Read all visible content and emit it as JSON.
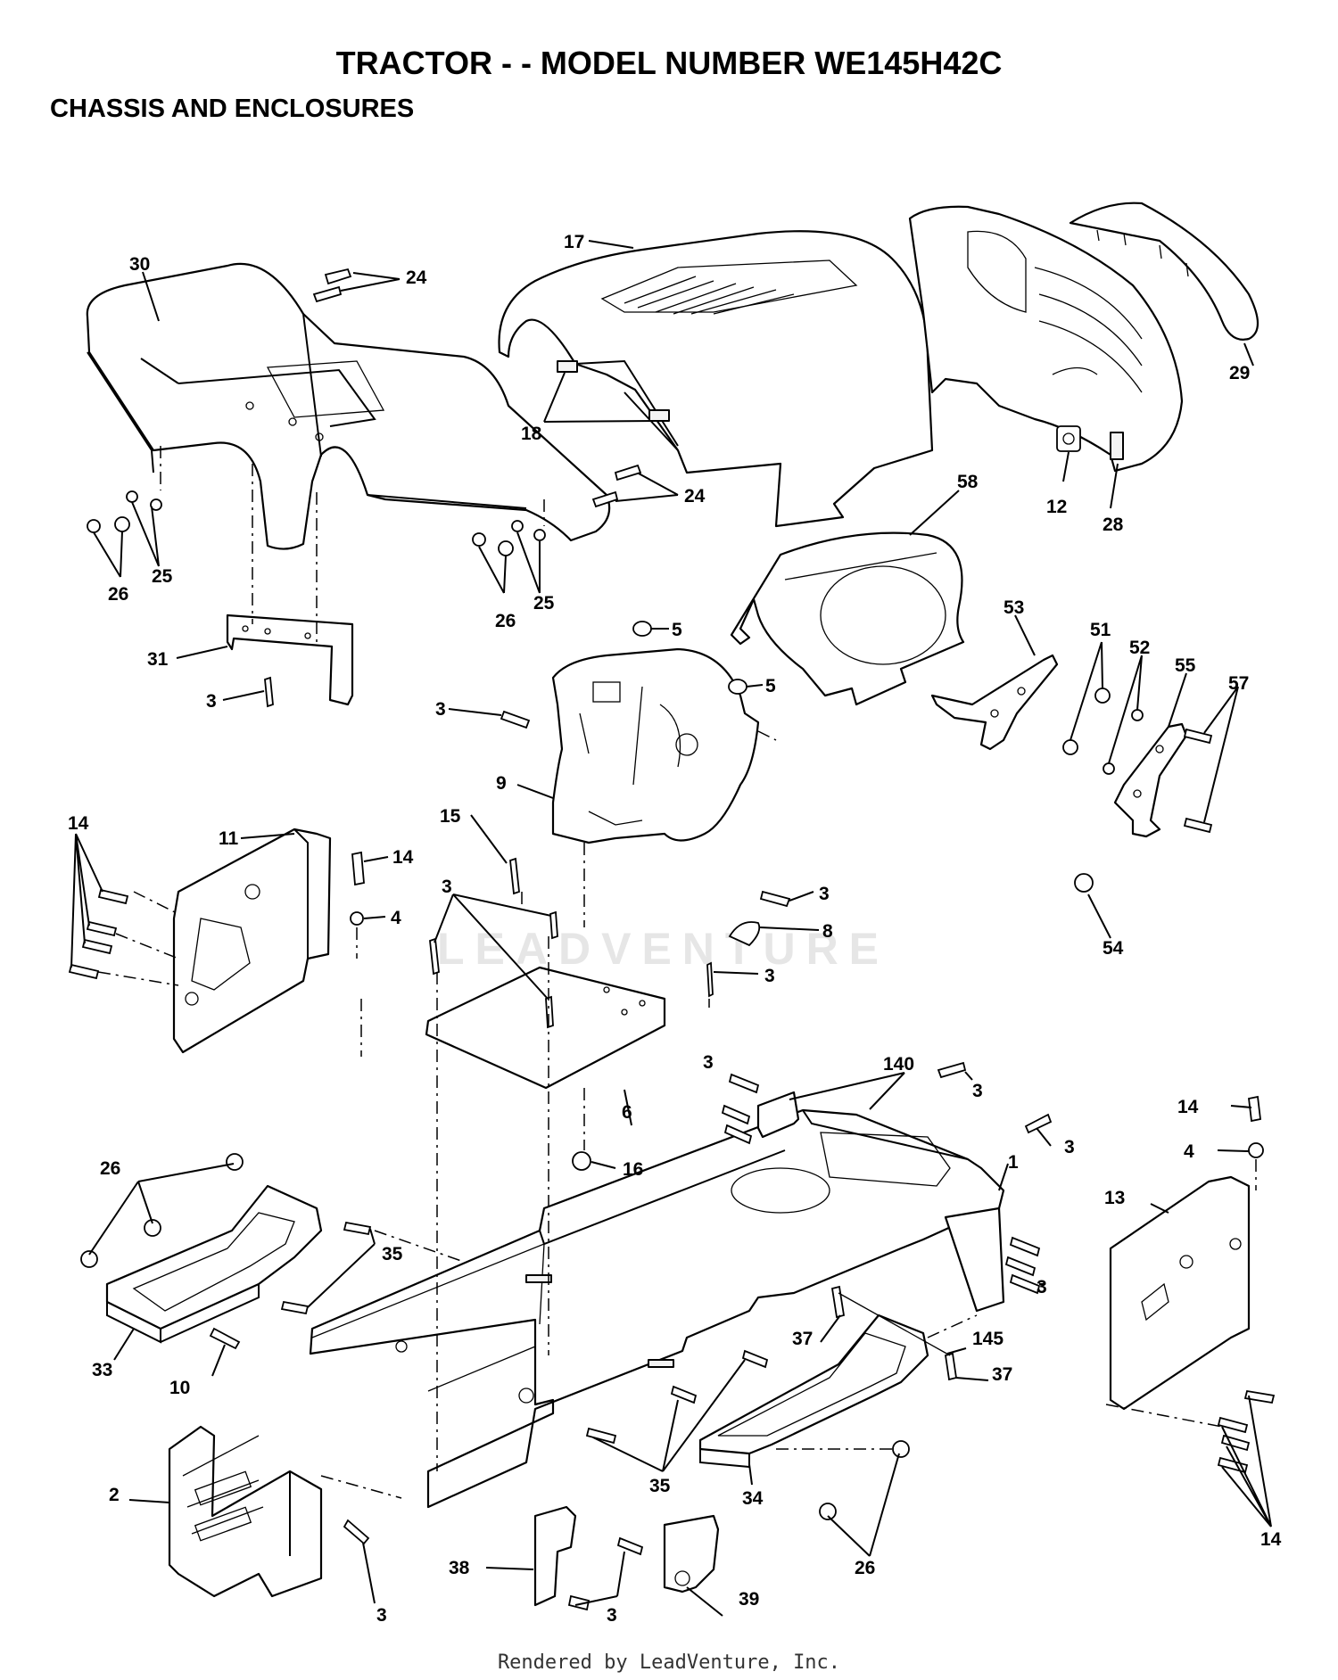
{
  "header": {
    "title": "TRACTOR - - MODEL NUMBER WE145H42C",
    "subtitle": "CHASSIS AND ENCLOSURES"
  },
  "watermark": "LEADVENTURE",
  "footer": "Rendered by LeadVenture, Inc.",
  "callouts": {
    "c30": "30",
    "c24a": "24",
    "c17": "17",
    "c29": "29",
    "c18": "18",
    "c24b": "24",
    "c12": "12",
    "c28": "28",
    "c58": "58",
    "c25a": "25",
    "c26a": "26",
    "c25b": "25",
    "c26b": "26",
    "c5a": "5",
    "c5b": "5",
    "c31": "31",
    "c3a": "3",
    "c3b": "3",
    "c53": "53",
    "c51": "51",
    "c52": "52",
    "c55": "55",
    "c57": "57",
    "c9": "9",
    "c11": "11",
    "c14a": "14",
    "c14b": "14",
    "c15": "15",
    "c4a": "4",
    "c3c": "3",
    "c54": "54",
    "c8": "8",
    "c3d": "3",
    "c3e": "3",
    "c140": "140",
    "c3f": "3",
    "c3g": "3",
    "c3h": "3",
    "c6": "6",
    "c14c": "14",
    "c4b": "4",
    "c1": "1",
    "c16": "16",
    "c26c": "26",
    "c35a": "35",
    "c13": "13",
    "c3i": "3",
    "c33": "33",
    "c10": "10",
    "c37a": "37",
    "c145": "145",
    "c37b": "37",
    "c2": "2",
    "c35b": "35",
    "c34": "34",
    "c14d": "14",
    "c38": "38",
    "c3j": "3",
    "c3k": "3",
    "c39": "39",
    "c26d": "26"
  }
}
